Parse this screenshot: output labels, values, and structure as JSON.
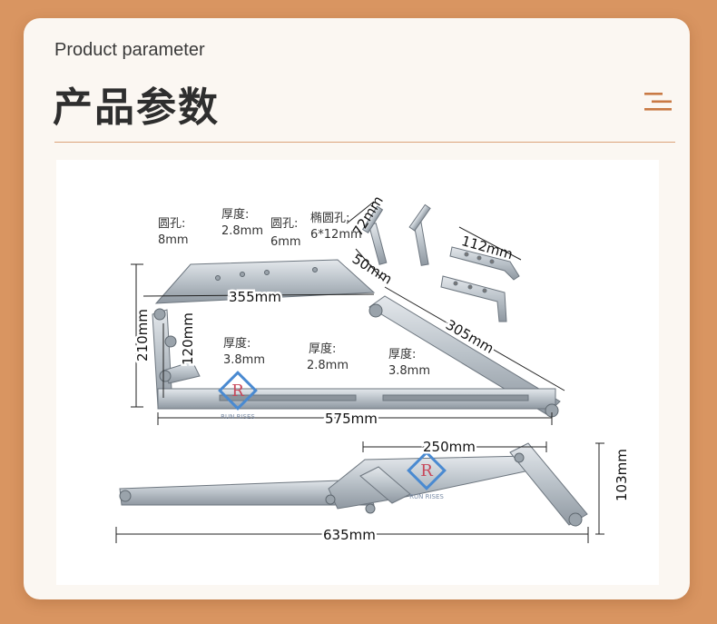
{
  "header": {
    "subtitle": "Product parameter",
    "title": "产品参数"
  },
  "icons": {
    "menu": "menu-lines-icon"
  },
  "colors": {
    "background": "#d99561",
    "card": "#fbf7f2",
    "accent": "#c97a45"
  },
  "figure": {
    "labels": {
      "hole8_l1": "圆孔:",
      "hole8_l2": "8mm",
      "thick28_l1": "厚度:",
      "thick28_l2": "2.8mm",
      "hole6_l1": "圆孔:",
      "hole6_l2": "6mm",
      "oval_l1": "椭圆孔:",
      "oval_l2": "6*12mm",
      "thick38a_l1": "厚度:",
      "thick38a_l2": "3.8mm",
      "thick28b_l1": "厚度:",
      "thick28b_l2": "2.8mm",
      "thick38b_l1": "厚度:",
      "thick38b_l2": "3.8mm"
    },
    "dimensions": {
      "d72": "72mm",
      "d50": "50mm",
      "d112": "112mm",
      "d355": "355mm",
      "d305": "305mm",
      "d210": "210mm",
      "d120": "120mm",
      "d575": "575mm",
      "d250": "250mm",
      "d103": "103mm",
      "d635": "635mm"
    },
    "watermark": {
      "letter": "R",
      "text": "RUN RISES"
    }
  }
}
